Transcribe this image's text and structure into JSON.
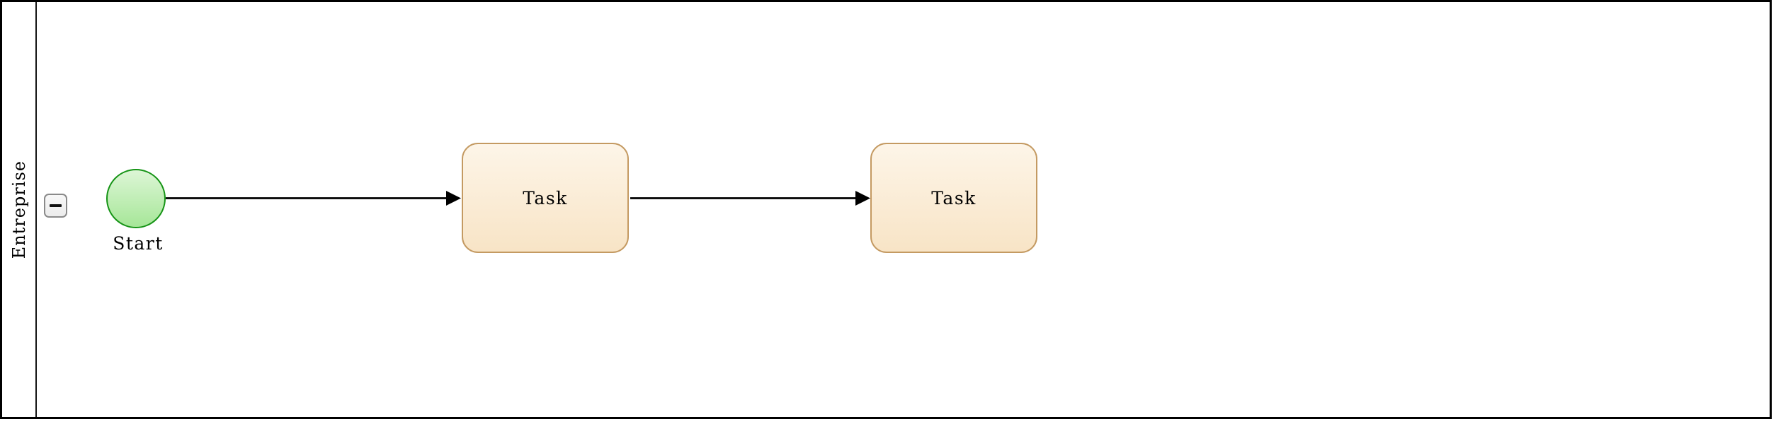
{
  "pool": {
    "label": "Entreprise",
    "collapse_button": {
      "icon": "minus-icon",
      "state_glyph": "−"
    }
  },
  "start_event": {
    "label": "Start"
  },
  "tasks": [
    {
      "label": "Task"
    },
    {
      "label": "Task"
    }
  ],
  "connectors": [
    {
      "from": "start-event",
      "to": "task-1",
      "style": "solid-arrow"
    },
    {
      "from": "task-1",
      "to": "task-2",
      "style": "solid-arrow"
    }
  ],
  "colors": {
    "pool_border": "#000000",
    "lane_divider": "#141414",
    "task_border": "#C49A62",
    "task_fill_top": "#FDF5E8",
    "task_fill_bottom": "#F8E4C6",
    "event_border": "#169416",
    "event_fill_top": "#DDF6D6",
    "event_fill_bottom": "#A6E698",
    "arrow_color": "#000000",
    "button_border": "#8A8A8A",
    "button_fill_top": "#F8F8F8",
    "button_fill_bottom": "#ECECEC",
    "minus_color": "#111111",
    "text_color": "#000000",
    "canvas_bg": "#FFFFFF"
  }
}
